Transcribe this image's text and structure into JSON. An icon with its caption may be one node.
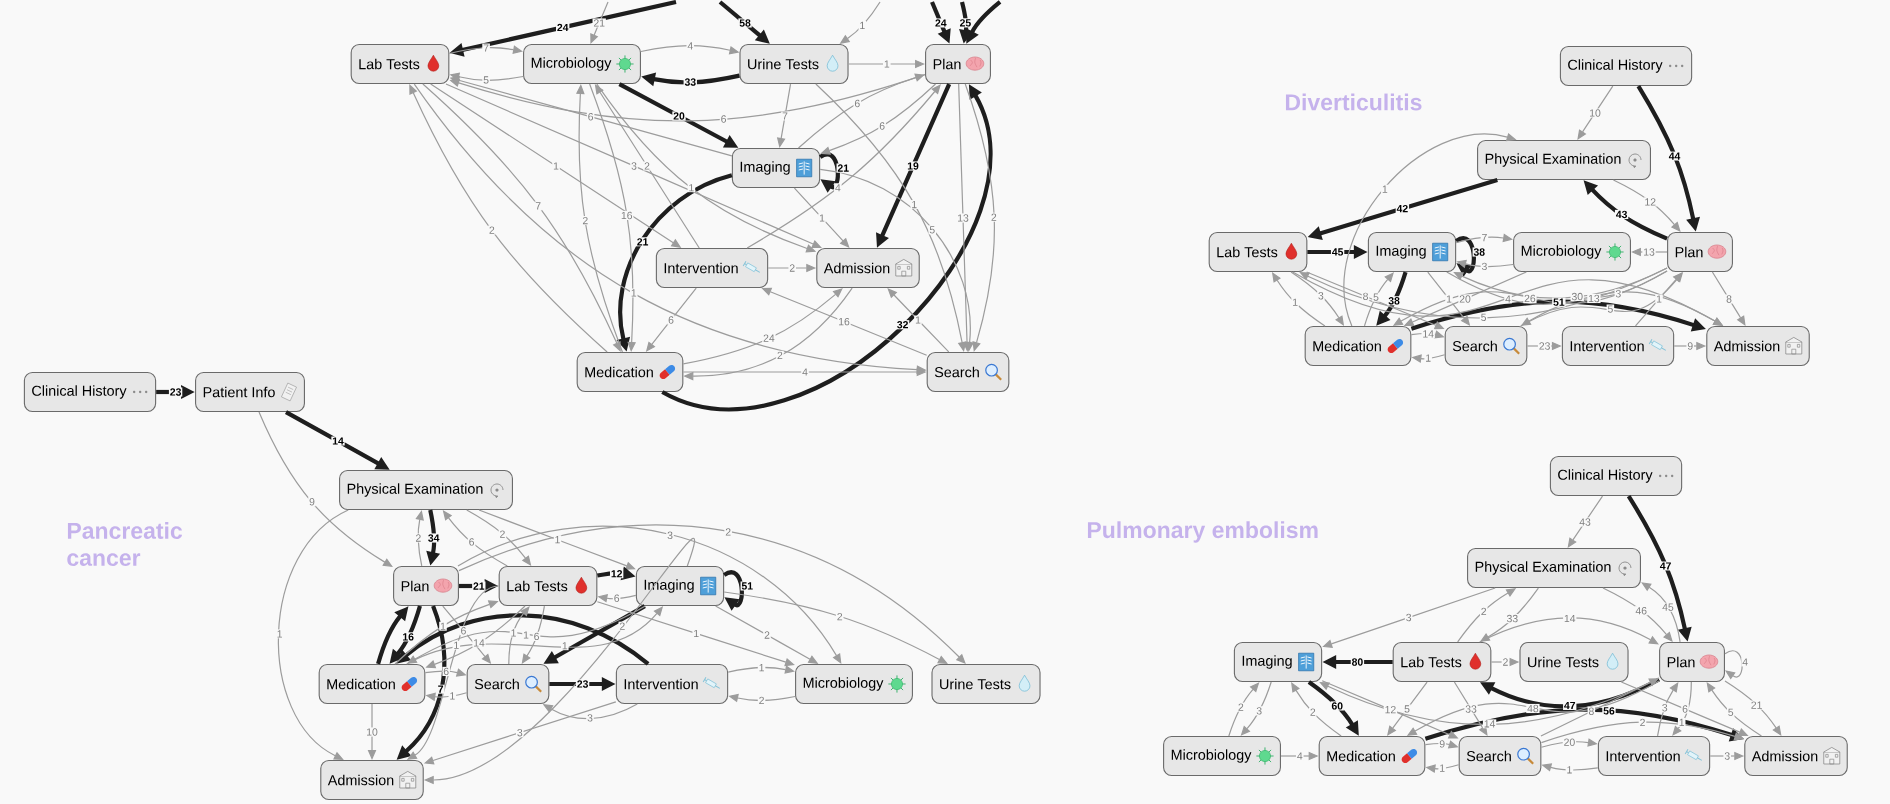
{
  "diagram": {
    "nodes": [
      {
        "text": [
          "Lab Tests"
        ]
      },
      {
        "text": [
          "Microbiology"
        ]
      },
      {
        "text": [
          "Urine Tests"
        ]
      },
      {
        "text": [
          "Plan"
        ]
      },
      {
        "text": [
          "Imaging"
        ]
      },
      {
        "text": [
          "Intervention"
        ]
      },
      {
        "text": [
          "Admission"
        ]
      },
      {
        "text": [
          "Medication"
        ]
      },
      {
        "text": [
          "Search"
        ]
      },
      {
        "text": [
          "Clinical History"
        ]
      },
      {
        "text": [
          "Patient Info"
        ]
      },
      {
        "text": [
          "Physical Examination"
        ]
      },
      {
        "text": [
          "Plan"
        ]
      },
      {
        "text": [
          "Lab Tests"
        ]
      },
      {
        "text": [
          "Imaging"
        ]
      },
      {
        "text": [
          "Medication"
        ]
      },
      {
        "text": [
          "Search"
        ]
      },
      {
        "text": [
          "Intervention"
        ]
      },
      {
        "text": [
          "Microbiology"
        ]
      },
      {
        "text": [
          "Urine Tests"
        ]
      },
      {
        "text": [
          "Admission"
        ]
      },
      {
        "text": [
          "Clinical History"
        ]
      },
      {
        "text": [
          "Physical Examination"
        ]
      },
      {
        "text": [
          "Lab Tests"
        ]
      },
      {
        "text": [
          "Imaging"
        ]
      },
      {
        "text": [
          "Microbiology"
        ]
      },
      {
        "text": [
          "Plan"
        ]
      },
      {
        "text": [
          "Medication"
        ]
      },
      {
        "text": [
          "Search"
        ]
      },
      {
        "text": [
          "Intervention"
        ]
      },
      {
        "text": [
          "Admission"
        ]
      },
      {
        "text": [
          "Clinical History"
        ]
      },
      {
        "text": [
          "Physical Examination"
        ]
      },
      {
        "text": [
          "Imaging"
        ]
      },
      {
        "text": [
          "Lab Tests"
        ]
      },
      {
        "text": [
          "Urine Tests"
        ]
      },
      {
        "text": [
          "Plan"
        ]
      },
      {
        "text": [
          "Microbiology"
        ]
      },
      {
        "text": [
          "Medication"
        ]
      },
      {
        "text": [
          "Search"
        ]
      },
      {
        "text": [
          "Intervention"
        ]
      },
      {
        "text": [
          "Admission"
        ]
      }
    ],
    "edges": [
      {
        "from": null,
        "to": 0,
        "arrow": "to",
        "label": "24",
        "style": "thick",
        "color": "#1e1e1e"
      },
      {
        "from": null,
        "to": 2,
        "arrow": "to",
        "label": "58",
        "style": "thick",
        "color": "#1e1e1e"
      },
      {
        "from": null,
        "to": 3,
        "arrow": "to",
        "label": "24",
        "style": "thick",
        "color": "#1e1e1e"
      },
      {
        "from": null,
        "to": 3,
        "arrow": "to",
        "label": "25",
        "style": "thick",
        "color": "#1e1e1e"
      },
      {
        "from": null,
        "to": 3,
        "arrow": "to",
        "style": "thick",
        "color": "#1e1e1e"
      },
      {
        "from": null,
        "to": 1,
        "arrow": "to",
        "label": "21"
      },
      {
        "from": null,
        "to": 2,
        "arrow": "to",
        "label": "1"
      },
      {
        "from": 0,
        "to": 1,
        "arrow": "to",
        "label": "7"
      },
      {
        "from": 1,
        "to": 0,
        "arrow": "to",
        "label": "5"
      },
      {
        "from": 2,
        "to": 1,
        "arrow": "to",
        "label": "33",
        "style": "thick",
        "color": "#1e1e1e"
      },
      {
        "from": 1,
        "to": 2,
        "arrow": "to",
        "label": "4"
      },
      {
        "from": 1,
        "to": 4,
        "arrow": "to",
        "label": "20",
        "style": "thick",
        "color": "#1e1e1e"
      },
      {
        "from": 4,
        "to": 4,
        "arrow": "to",
        "label": "21",
        "style": "thick",
        "color": "#1e1e1e"
      },
      {
        "from": 4,
        "to": 7,
        "arrow": "to",
        "label": "21",
        "style": "thick",
        "color": "#1e1e1e"
      },
      {
        "from": 3,
        "to": 6,
        "arrow": "to",
        "label": "19",
        "style": "thick",
        "color": "#1e1e1e"
      },
      {
        "from": 7,
        "to": 3,
        "arrow": "to",
        "label": "32",
        "style": "thick",
        "color": "#1e1e1e"
      },
      {
        "from": 7,
        "to": 0,
        "arrow": "to",
        "label": "2"
      },
      {
        "from": 0,
        "to": 7,
        "arrow": "to",
        "label": "7"
      },
      {
        "from": 1,
        "to": 7,
        "arrow": "to",
        "label": "16"
      },
      {
        "from": 0,
        "to": 6,
        "arrow": "to",
        "label": "3"
      },
      {
        "from": 4,
        "to": 0,
        "arrow": "to",
        "label": "6"
      },
      {
        "from": 3,
        "to": 0,
        "arrow": "to",
        "label": "6"
      },
      {
        "from": 2,
        "to": 4,
        "arrow": "to",
        "label": "7"
      },
      {
        "from": 4,
        "to": 3,
        "arrow": "to",
        "label": "6"
      },
      {
        "from": 3,
        "to": 4,
        "arrow": "to",
        "label": "6"
      },
      {
        "from": 5,
        "to": 3,
        "arrow": "to",
        "label": "4"
      },
      {
        "from": 2,
        "to": 3,
        "arrow": "to",
        "label": "1"
      },
      {
        "from": 4,
        "to": 6,
        "arrow": "to",
        "label": "1"
      },
      {
        "from": 5,
        "to": 6,
        "arrow": "to",
        "label": "2"
      },
      {
        "from": 5,
        "to": 7,
        "arrow": "to",
        "label": "6"
      },
      {
        "from": 7,
        "to": 8,
        "arrow": "to",
        "label": "4"
      },
      {
        "from": 7,
        "to": 6,
        "arrow": "to",
        "label": "24"
      },
      {
        "from": 8,
        "to": 5,
        "arrow": "to",
        "label": "16"
      },
      {
        "from": 6,
        "to": 7,
        "arrow": "to",
        "label": "2"
      },
      {
        "from": 3,
        "to": 8,
        "arrow": "to",
        "label": "13"
      },
      {
        "from": 2,
        "to": 8,
        "arrow": "to",
        "label": "1"
      },
      {
        "from": 4,
        "to": 8,
        "arrow": "to",
        "label": "5"
      },
      {
        "from": 8,
        "to": 6,
        "arrow": "to",
        "label": "1"
      },
      {
        "from": 3,
        "to": 8,
        "arrow": "to",
        "label": "2"
      },
      {
        "from": 7,
        "to": 1,
        "arrow": "to",
        "label": "2"
      },
      {
        "from": 0,
        "to": 8,
        "arrow": "to",
        "label": "1"
      },
      {
        "from": 1,
        "to": 6,
        "arrow": "to",
        "label": "1"
      },
      {
        "from": 0,
        "to": 5,
        "arrow": "to",
        "label": "1"
      },
      {
        "from": 5,
        "to": 1,
        "arrow": "to",
        "label": "2"
      },
      {
        "from": 9,
        "to": 10,
        "arrow": "to",
        "label": "23",
        "style": "thick",
        "color": "#1e1e1e"
      },
      {
        "from": 10,
        "to": 11,
        "arrow": "to",
        "label": "14",
        "style": "thick",
        "color": "#1e1e1e"
      },
      {
        "from": 10,
        "to": 12,
        "arrow": "to",
        "label": "9"
      },
      {
        "from": 11,
        "to": 12,
        "arrow": "to",
        "label": "34",
        "style": "thick",
        "color": "#1e1e1e"
      },
      {
        "from": 12,
        "to": 11,
        "arrow": "to",
        "label": "2"
      },
      {
        "from": 13,
        "to": 11,
        "arrow": "to",
        "label": "6"
      },
      {
        "from": 11,
        "to": 13,
        "arrow": "to",
        "label": "2"
      },
      {
        "from": 11,
        "to": 14,
        "arrow": "to",
        "label": "1"
      },
      {
        "from": 11,
        "to": 20,
        "arrow": "to",
        "label": "1"
      },
      {
        "from": 12,
        "to": 13,
        "arrow": "to",
        "label": "21",
        "style": "thick",
        "color": "#1e1e1e"
      },
      {
        "from": 13,
        "to": 14,
        "arrow": "to",
        "label": "12",
        "style": "thick",
        "color": "#1e1e1e"
      },
      {
        "from": 14,
        "to": 14,
        "arrow": "to",
        "label": "51",
        "style": "thick",
        "color": "#1e1e1e"
      },
      {
        "from": 14,
        "to": 13,
        "arrow": "to",
        "label": "6"
      },
      {
        "from": 12,
        "to": 15,
        "arrow": "to",
        "label": "16",
        "style": "thick",
        "color": "#1e1e1e"
      },
      {
        "from": 15,
        "to": 12,
        "arrow": "to",
        "style": "thick",
        "color": "#1e1e1e"
      },
      {
        "from": 12,
        "to": 20,
        "arrow": "to",
        "label": "7",
        "style": "thick",
        "color": "#1e1e1e"
      },
      {
        "from": 16,
        "to": 17,
        "arrow": "to",
        "label": "23",
        "style": "thick",
        "color": "#1e1e1e"
      },
      {
        "from": 17,
        "to": 15,
        "arrow": "to",
        "style": "thick",
        "color": "#1e1e1e"
      },
      {
        "from": 14,
        "to": 16,
        "arrow": "to",
        "style": "thick",
        "color": "#1e1e1e"
      },
      {
        "from": 13,
        "to": 15,
        "arrow": "to",
        "label": "14"
      },
      {
        "from": 15,
        "to": 13,
        "arrow": "to",
        "label": "1"
      },
      {
        "from": 12,
        "to": 16,
        "arrow": "to",
        "label": "6"
      },
      {
        "from": 13,
        "to": 16,
        "arrow": "to",
        "label": "6"
      },
      {
        "from": 16,
        "to": 13,
        "arrow": "to",
        "label": "1"
      },
      {
        "from": 14,
        "to": 15,
        "arrow": "to",
        "label": "1"
      },
      {
        "from": 15,
        "to": 14,
        "arrow": "to",
        "label": "1"
      },
      {
        "from": 14,
        "to": 18,
        "arrow": "to",
        "label": "2"
      },
      {
        "from": 14,
        "to": 19,
        "arrow": "to",
        "label": "2"
      },
      {
        "from": 13,
        "to": 18,
        "arrow": "to",
        "label": "1"
      },
      {
        "from": 12,
        "to": 18,
        "arrow": "to",
        "label": "3"
      },
      {
        "from": 12,
        "to": 19,
        "arrow": "to",
        "label": "2"
      },
      {
        "from": 17,
        "to": 18,
        "arrow": "to",
        "label": "1"
      },
      {
        "from": 18,
        "to": 17,
        "arrow": "to",
        "label": "2"
      },
      {
        "from": 15,
        "to": 16,
        "arrow": "to",
        "label": "6"
      },
      {
        "from": 16,
        "to": 15,
        "arrow": "to",
        "label": "1"
      },
      {
        "from": 17,
        "to": 16,
        "arrow": "to",
        "label": "3"
      },
      {
        "from": 15,
        "to": 20,
        "arrow": "to",
        "label": "10"
      },
      {
        "from": 17,
        "to": 20,
        "arrow": "to",
        "label": "3"
      },
      {
        "from": 14,
        "to": 20,
        "arrow": "to",
        "label": "2"
      },
      {
        "from": 13,
        "to": 20,
        "arrow": "to",
        "label": "1"
      },
      {
        "from": 21,
        "to": 26,
        "arrow": "to",
        "label": "44",
        "style": "thick",
        "color": "#1e1e1e"
      },
      {
        "from": 26,
        "to": 22,
        "arrow": "to",
        "label": "43",
        "style": "thick",
        "color": "#1e1e1e"
      },
      {
        "from": 22,
        "to": 23,
        "arrow": "to",
        "label": "42",
        "style": "thick",
        "color": "#1e1e1e"
      },
      {
        "from": 23,
        "to": 24,
        "arrow": "to",
        "label": "45",
        "style": "thick",
        "color": "#1e1e1e"
      },
      {
        "from": 24,
        "to": 24,
        "arrow": "to",
        "label": "38",
        "style": "thick",
        "color": "#1e1e1e"
      },
      {
        "from": 24,
        "to": 27,
        "arrow": "to",
        "label": "38",
        "style": "thick",
        "color": "#1e1e1e"
      },
      {
        "from": 27,
        "to": 30,
        "arrow": "to",
        "label": "51",
        "style": "thick",
        "color": "#1e1e1e"
      },
      {
        "from": 21,
        "to": 22,
        "arrow": "to",
        "label": "10"
      },
      {
        "from": 27,
        "to": 22,
        "arrow": "to",
        "label": "1"
      },
      {
        "from": 26,
        "to": 23,
        "arrow": "to",
        "label": "5"
      },
      {
        "from": 26,
        "to": 24,
        "arrow": "to",
        "label": "30"
      },
      {
        "from": 26,
        "to": 25,
        "arrow": "to",
        "label": "13"
      },
      {
        "from": 22,
        "to": 26,
        "arrow": "to",
        "label": "12"
      },
      {
        "from": 24,
        "to": 25,
        "arrow": "to",
        "label": "7"
      },
      {
        "from": 25,
        "to": 24,
        "arrow": "to",
        "label": "3"
      },
      {
        "from": 27,
        "to": 23,
        "arrow": "to",
        "label": "1"
      },
      {
        "from": 23,
        "to": 27,
        "arrow": "to",
        "label": "3"
      },
      {
        "from": 27,
        "to": 24,
        "arrow": "to",
        "label": "5"
      },
      {
        "from": 26,
        "to": 27,
        "arrow": "to",
        "label": "26"
      },
      {
        "from": 25,
        "to": 27,
        "arrow": "to",
        "label": "20"
      },
      {
        "from": 24,
        "to": 28,
        "arrow": "to",
        "label": "1"
      },
      {
        "from": 23,
        "to": 28,
        "arrow": "to",
        "label": "8"
      },
      {
        "from": 26,
        "to": 28,
        "arrow": "to",
        "label": "13"
      },
      {
        "from": 28,
        "to": 26,
        "arrow": "to",
        "label": "5"
      },
      {
        "from": 29,
        "to": 26,
        "arrow": "to",
        "label": "1"
      },
      {
        "from": 24,
        "to": 30,
        "arrow": "to",
        "label": "3"
      },
      {
        "from": 23,
        "to": 30,
        "arrow": "to",
        "label": "4"
      },
      {
        "from": 26,
        "to": 30,
        "arrow": "to",
        "label": "8"
      },
      {
        "from": 27,
        "to": 28,
        "arrow": "to",
        "label": "14"
      },
      {
        "from": 28,
        "to": 27,
        "arrow": "to",
        "label": "1"
      },
      {
        "from": 28,
        "to": 29,
        "arrow": "to",
        "label": "23"
      },
      {
        "from": 29,
        "to": 30,
        "arrow": "to",
        "label": "9"
      },
      {
        "from": 31,
        "to": 36,
        "arrow": "to",
        "label": "47",
        "style": "thick",
        "color": "#1e1e1e"
      },
      {
        "from": 34,
        "to": 33,
        "arrow": "to",
        "label": "80",
        "style": "thick",
        "color": "#1e1e1e"
      },
      {
        "from": 33,
        "to": 38,
        "arrow": "to",
        "label": "60",
        "style": "thick",
        "color": "#1e1e1e"
      },
      {
        "from": 36,
        "to": 34,
        "arrow": "to",
        "label": "47",
        "style": "thick",
        "color": "#1e1e1e"
      },
      {
        "from": 38,
        "to": 41,
        "arrow": "to",
        "label": "56",
        "style": "thick",
        "color": "#1e1e1e"
      },
      {
        "from": 31,
        "to": 32,
        "arrow": "to",
        "label": "43"
      },
      {
        "from": 32,
        "to": 33,
        "arrow": "to",
        "label": "3"
      },
      {
        "from": 32,
        "to": 34,
        "arrow": "to",
        "label": "33"
      },
      {
        "from": 34,
        "to": 32,
        "arrow": "to",
        "label": "2"
      },
      {
        "from": 32,
        "to": 36,
        "arrow": "to",
        "label": "46"
      },
      {
        "from": 36,
        "to": 32,
        "arrow": "to",
        "label": "45"
      },
      {
        "from": 34,
        "to": 36,
        "arrow": "to",
        "label": "14"
      },
      {
        "from": 36,
        "to": 33,
        "arrow": "to",
        "label": "14"
      },
      {
        "from": 34,
        "to": 35,
        "arrow": "to",
        "label": "2"
      },
      {
        "from": 36,
        "to": 36,
        "arrow": "to",
        "label": "4"
      },
      {
        "from": 33,
        "to": 37,
        "arrow": "to",
        "label": "3"
      },
      {
        "from": 37,
        "to": 33,
        "arrow": "to",
        "label": "2"
      },
      {
        "from": 37,
        "to": 38,
        "arrow": "to",
        "label": "4"
      },
      {
        "from": 38,
        "to": 33,
        "arrow": "to",
        "label": "2"
      },
      {
        "from": 38,
        "to": 39,
        "arrow": "to",
        "label": "9"
      },
      {
        "from": 39,
        "to": 38,
        "arrow": "to",
        "label": "1"
      },
      {
        "from": 39,
        "to": 40,
        "arrow": "to",
        "label": "20"
      },
      {
        "from": 40,
        "to": 39,
        "arrow": "to",
        "label": "1"
      },
      {
        "from": 40,
        "to": 41,
        "arrow": "to",
        "label": "3"
      },
      {
        "from": 36,
        "to": 41,
        "arrow": "to",
        "label": "21"
      },
      {
        "from": 41,
        "to": 36,
        "arrow": "to",
        "label": "5"
      },
      {
        "from": 35,
        "to": 41,
        "arrow": "to",
        "label": "6"
      },
      {
        "from": 34,
        "to": 38,
        "arrow": "to",
        "label": "5"
      },
      {
        "from": 33,
        "to": 39,
        "arrow": "to",
        "label": "12"
      },
      {
        "from": 34,
        "to": 39,
        "arrow": "to",
        "label": "33"
      },
      {
        "from": 36,
        "to": 38,
        "arrow": "to",
        "label": "48"
      },
      {
        "from": 39,
        "to": 36,
        "arrow": "to",
        "label": "8"
      },
      {
        "from": 40,
        "to": 36,
        "arrow": "to",
        "label": "3"
      },
      {
        "from": 36,
        "to": 40,
        "arrow": "to",
        "label": "1"
      },
      {
        "from": 39,
        "to": 41,
        "arrow": "to",
        "label": "2"
      }
    ],
    "labels": [
      "Diverticulitis",
      "Pancreatic cancer",
      "Pulmonary embolism"
    ]
  }
}
